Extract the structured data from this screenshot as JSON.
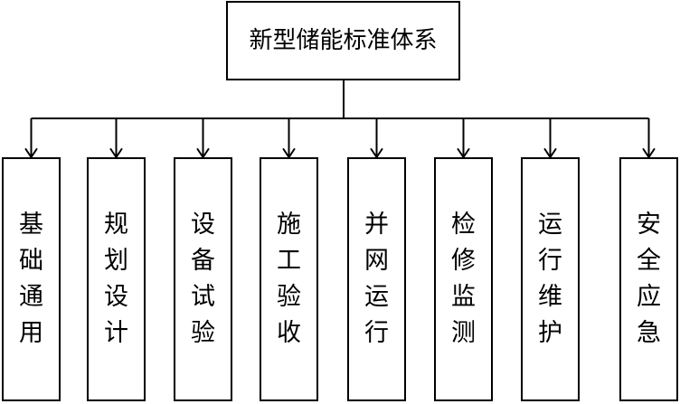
{
  "root": {
    "label": "新型储能标准体系"
  },
  "children": [
    {
      "label": "基础通用"
    },
    {
      "label": "规划设计"
    },
    {
      "label": "设备试验"
    },
    {
      "label": "施工验收"
    },
    {
      "label": "并网运行"
    },
    {
      "label": "检修监测"
    },
    {
      "label": "运行维护"
    },
    {
      "label": "安全应急"
    }
  ]
}
